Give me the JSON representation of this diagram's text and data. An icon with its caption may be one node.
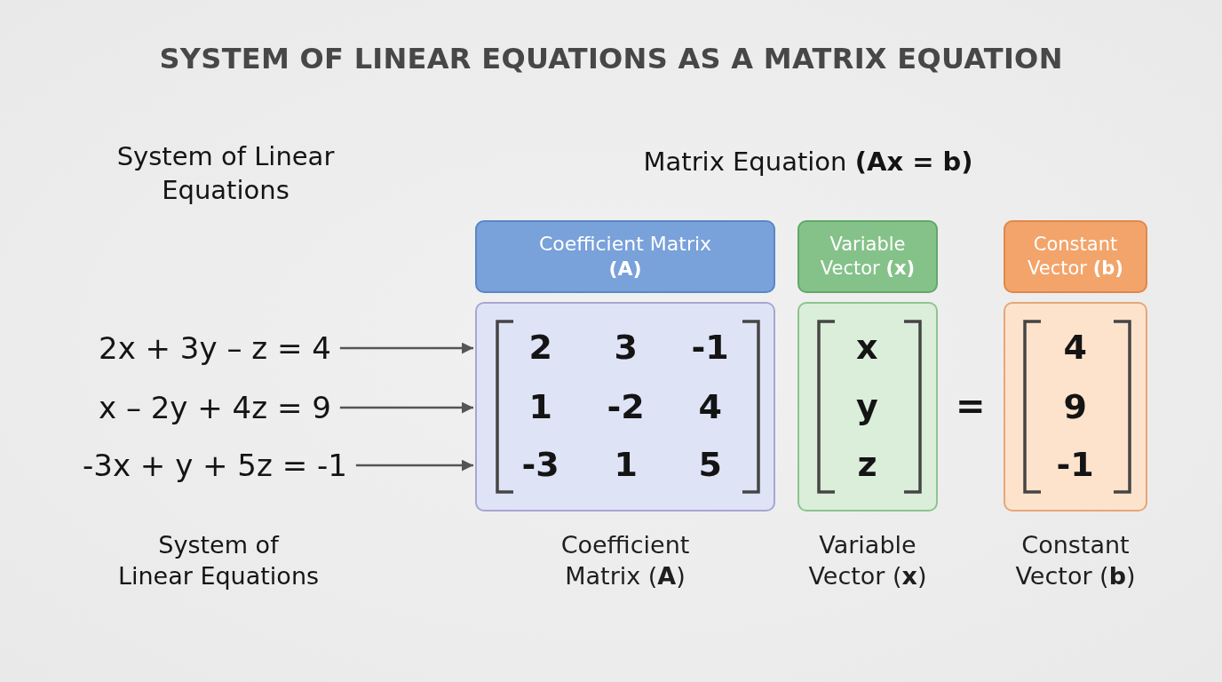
{
  "diagram": {
    "title": "SYSTEM OF LINEAR EQUATIONS AS A MATRIX EQUATION",
    "nodes": [
      {
        "text": [
          "Coefficient Matrix **(A)**"
        ]
      },
      {
        "text": [
          "Variable Vector **(x)**"
        ]
      },
      {
        "text": [
          "Constant Vector **(b)**"
        ]
      },
      {
        "text": [
          "2x + 3y – z = 4"
        ]
      },
      {
        "text": [
          "x – 2y + 4z = 9"
        ]
      },
      {
        "text": [
          "-3x + y + 5z = -1"
        ]
      },
      {
        "text": [
          "2",
          "3",
          "-1",
          "1",
          "-2",
          "4",
          "-3",
          "1",
          "5"
        ],
        "beside": [
          "Coefficient Matrix (**A**)"
        ]
      },
      {
        "text": [
          "x",
          "y",
          "z"
        ],
        "beside": [
          "Variable Vector (**x**)"
        ]
      },
      {
        "text": [
          "4",
          "9",
          "-1"
        ],
        "beside": [
          "Constant Vector (**b**)"
        ]
      }
    ],
    "edges": [
      {
        "from": 3,
        "to": 6,
        "arrow": "to"
      },
      {
        "from": 4,
        "to": 6,
        "arrow": "to"
      },
      {
        "from": 5,
        "to": 6,
        "arrow": "to"
      }
    ],
    "labels": [
      "System of Linear Equations",
      "Matrix Equation **(Ax = b)**",
      "=",
      "System of Linear Equations"
    ]
  }
}
